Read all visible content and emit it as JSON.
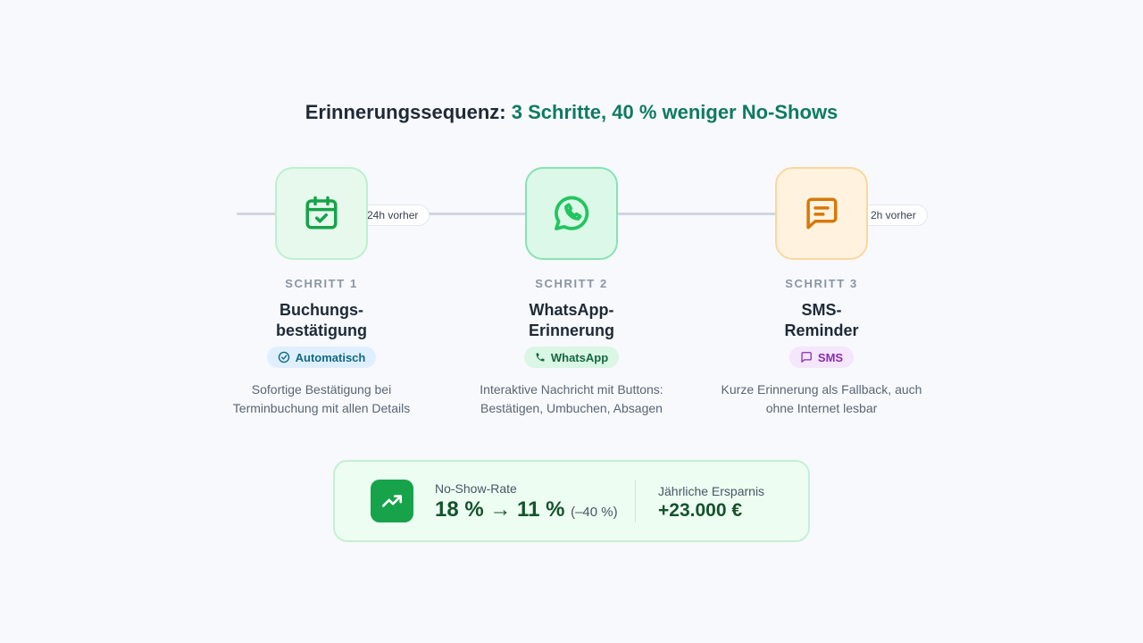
{
  "header": {
    "title_prefix": "Erinnerungssequenz:",
    "title_accent": "3 Schritte, 40 % weniger No-Shows"
  },
  "timeline": {
    "timings": [
      "24h vorher",
      "2h vorher"
    ]
  },
  "steps": [
    {
      "label": "SCHRITT 1",
      "title_line1": "Buchungs-",
      "title_line2": "bestätigung",
      "badge": "Automatisch",
      "badge_icon": "check-circle-icon",
      "desc_line1": "Sofortige Bestätigung bei",
      "desc_line2": "Terminbuchung mit allen Details",
      "icon": "calendar-check-icon",
      "color": "#16a34a"
    },
    {
      "label": "SCHRITT 2",
      "title_line1": "WhatsApp-",
      "title_line2": "Erinnerung",
      "badge": "WhatsApp",
      "badge_icon": "phone-icon",
      "desc_line1": "Interaktive Nachricht mit Buttons:",
      "desc_line2": "Bestätigen, Umbuchen, Absagen",
      "icon": "whatsapp-icon",
      "color": "#22c55e"
    },
    {
      "label": "SCHRITT 3",
      "title_line1": "SMS-",
      "title_line2": "Reminder",
      "badge": "SMS",
      "badge_icon": "message-square-icon",
      "desc_line1": "Kurze Erinnerung als Fallback, auch",
      "desc_line2": "ohne Internet lesbar",
      "icon": "message-text-icon",
      "color": "#d97706"
    }
  ],
  "summary": {
    "rate_label": "No-Show-Rate",
    "rate_value": "18 % → 11 %",
    "rate_delta": "(–40 %)",
    "savings_label": "Jährliche Ersparnis",
    "savings_value": "+23.000 €",
    "icon": "trending-up-icon",
    "accent": "#16a34a"
  }
}
